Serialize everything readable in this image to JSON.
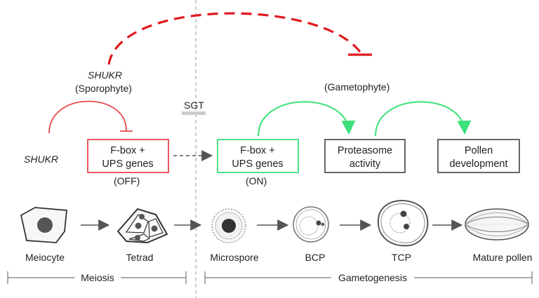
{
  "labels": {
    "shukr_top": "SHUKR",
    "sporophyte": "(Sporophyte)",
    "gametophyte": "(Gametophyte)",
    "sgt": "SGT",
    "shukr_left": "SHUKR",
    "off": "(OFF)",
    "on": "(ON)"
  },
  "boxes": {
    "fbox_off": [
      "F-box +",
      "UPS genes"
    ],
    "fbox_on": [
      "F-box +",
      "UPS genes"
    ],
    "proteasome": [
      "Proteasome",
      "activity"
    ],
    "pollen_dev": [
      "Pollen",
      "development"
    ]
  },
  "stages": [
    "Meiocyte",
    "Tetrad",
    "Microspore",
    "BCP",
    "TCP",
    "Mature pollen"
  ],
  "phases": {
    "meiosis": "Meiosis",
    "gametogenesis": "Gametogenesis"
  },
  "colors": {
    "red": "#e8474c",
    "dashed_red": "#e0191f",
    "green": "#3de07a",
    "grey": "#555555",
    "sgt_bar": "#cccccc"
  }
}
